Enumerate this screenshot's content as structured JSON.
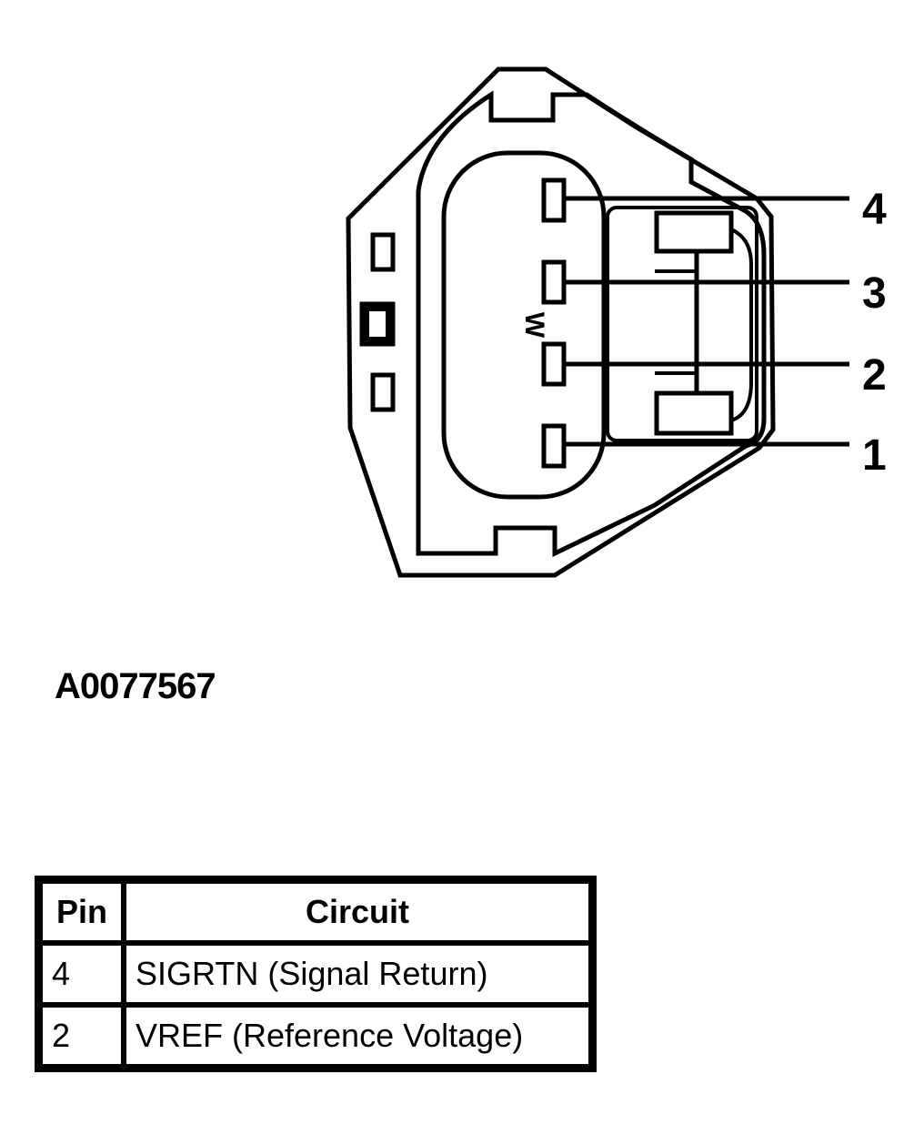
{
  "diagram": {
    "connector_key_mark": "W",
    "pin_labels": [
      "4",
      "3",
      "2",
      "1"
    ],
    "figure_id": "A0077567"
  },
  "table": {
    "headers": {
      "pin": "Pin",
      "circuit": "Circuit"
    },
    "rows": [
      {
        "pin": "4",
        "circuit": "SIGRTN (Signal Return)"
      },
      {
        "pin": "2",
        "circuit": "VREF (Reference Voltage)"
      }
    ]
  }
}
